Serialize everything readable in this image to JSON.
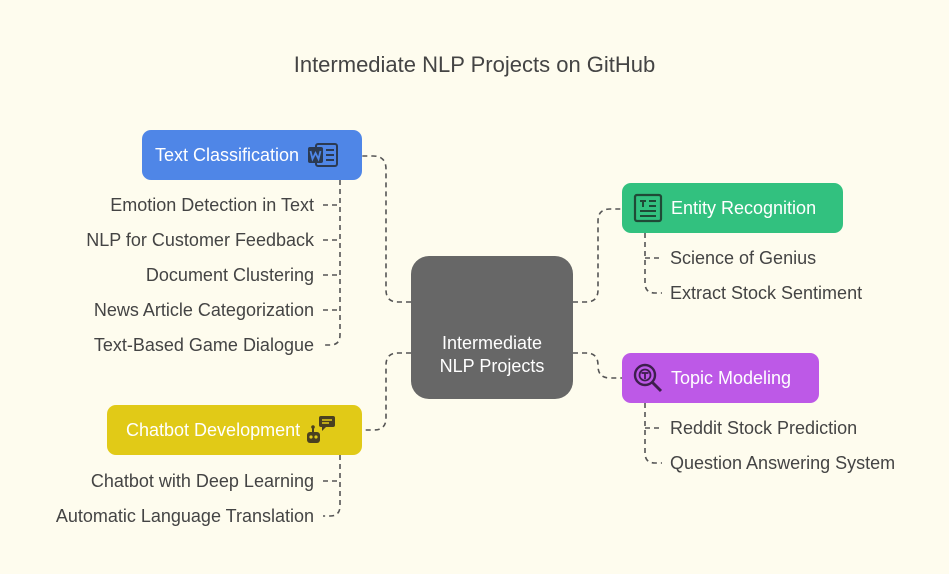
{
  "title": "Intermediate NLP Projects on GitHub",
  "center": {
    "line1": "Intermediate",
    "line2": "NLP Projects",
    "color": "#676767"
  },
  "branches": [
    {
      "label": "Text Classification",
      "icon": "word-document-icon",
      "color": "#4f86e7",
      "children": [
        "Emotion Detection in Text",
        "NLP for Customer Feedback",
        "Document Clustering",
        "News Article Categorization",
        "Text-Based Game Dialogue"
      ]
    },
    {
      "label": "Chatbot Development",
      "icon": "robot-chat-icon",
      "color": "#e1ca17",
      "children": [
        "Chatbot with Deep Learning",
        "Automatic Language Translation"
      ]
    },
    {
      "label": "Entity Recognition",
      "icon": "text-box-icon",
      "color": "#32c17f",
      "children": [
        "Science of Genius",
        "Extract Stock Sentiment"
      ]
    },
    {
      "label": "Topic Modeling",
      "icon": "magnifier-topic-icon",
      "color": "#bd59e7",
      "children": [
        "Reddit Stock Prediction",
        "Question Answering System"
      ]
    }
  ]
}
